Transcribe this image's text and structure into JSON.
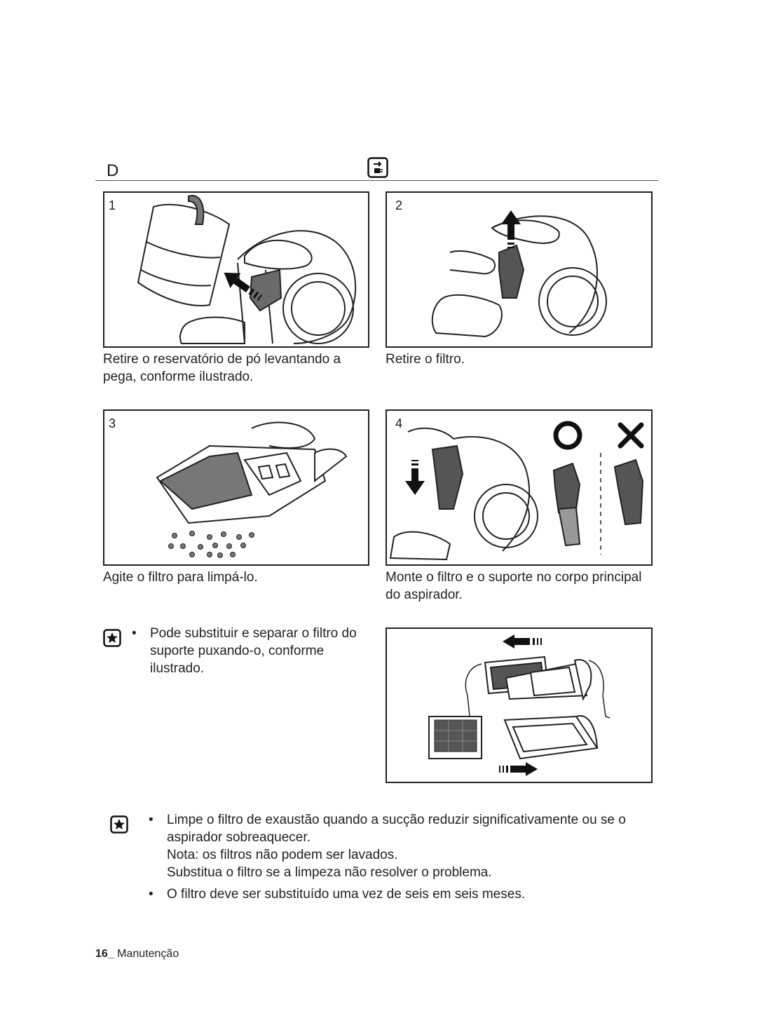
{
  "header": {
    "section_letter": "D",
    "plug_icon": "unplug-icon"
  },
  "steps": [
    {
      "number": "1",
      "caption": "Retire o reservatório de pó levantando a pega, conforme ilustrado."
    },
    {
      "number": "2",
      "caption": "Retire o filtro."
    },
    {
      "number": "3",
      "caption": "Agite o filtro para limpá-lo."
    },
    {
      "number": "4",
      "caption": "Monte o filtro e o suporte no corpo principal do aspirador."
    }
  ],
  "note1": {
    "icon": "star-note-icon",
    "bullet": "•",
    "text": "Pode substituir e separar o filtro do suporte puxando-o, conforme ilustrado."
  },
  "note2": {
    "icon": "star-note-icon",
    "bullet": "•",
    "items": [
      "Limpe o filtro de exaustão quando a sucção reduzir significativamente ou se o aspirador sobreaquecer.",
      "O filtro deve ser substituído uma vez de seis em seis meses."
    ],
    "lines_extra": [
      "Nota: os filtros não podem ser lavados.",
      "Substitua o filtro se a limpeza não resolver o problema."
    ]
  },
  "footer": {
    "page_number": "16_",
    "section": "Manutenção"
  }
}
